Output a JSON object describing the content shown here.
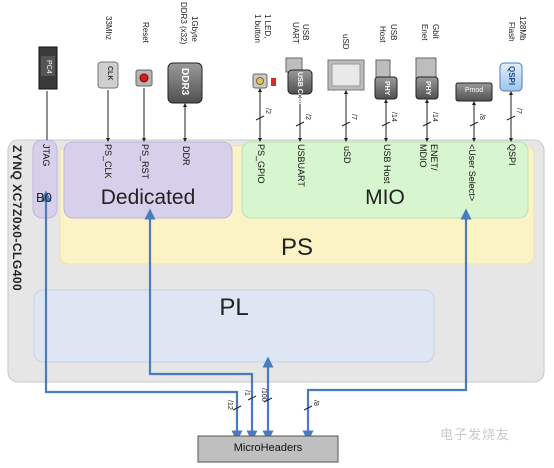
{
  "peripherals": {
    "pc4": "PC4",
    "clk_freq": "33Mhz",
    "clk": "CLK",
    "reset": "Reset",
    "ddr_desc_1": "1Gbyte",
    "ddr_desc_2": "DDR3 (x32)",
    "ddr_chip": "DDR3",
    "led_desc_1": "1 LED,",
    "led_desc_2": "1 button",
    "usb_uart_desc_1": "USB",
    "usb_uart_desc_2": "UART",
    "usb_com": "USB Com",
    "usd_desc": "uSD",
    "usb_host_desc_1": "USB",
    "usb_host_desc_2": "Host",
    "phy_usb": "PHY",
    "enet_desc_1": "Gbit",
    "enet_desc_2": "Enet",
    "phy_enet": "PHY",
    "pmod": "Pmod",
    "qspi_desc_1": "128Mb",
    "qspi_desc_2": "Flash",
    "qspi_chip": "QSPI"
  },
  "bus_widths": {
    "led": "/2",
    "usbuart": "/2",
    "usd": "/7",
    "usbhost": "/14",
    "enet": "/14",
    "pmod": "/8",
    "qspi": "/7",
    "mh_left": "/12",
    "mh_1": "/1",
    "mh_100": "/100",
    "mh_8": "/8"
  },
  "signals": {
    "jtag": "JTAG",
    "ps_clk": "PS_CLK",
    "ps_rst": "PS_RST",
    "ddr": "DDR",
    "ps_gpio": "PS_GPIO",
    "usbuart": "USBUART",
    "usd": "uSD",
    "usb_host": "USB Host",
    "enet_1": "ENET/",
    "enet_2": "MDIO",
    "user_select": "<User Select>",
    "qspi": "QSPI"
  },
  "chip": {
    "name": "ZYNQ XC7Z0x0-CLG400",
    "bank": "B0",
    "dedicated": "Dedicated",
    "mio": "MIO",
    "ps": "PS",
    "pl": "PL"
  },
  "microheaders": "MicroHeaders",
  "watermark": "电子发烧友",
  "colors": {
    "arrow": "#4a7bbf",
    "ps_fill": "#fbf2c6",
    "dedicated_fill": "#d7d0ea",
    "mio_fill": "#d7f5cf",
    "pl_fill": "#dfe6f3",
    "qspi_fill": "#cfe2f7"
  }
}
